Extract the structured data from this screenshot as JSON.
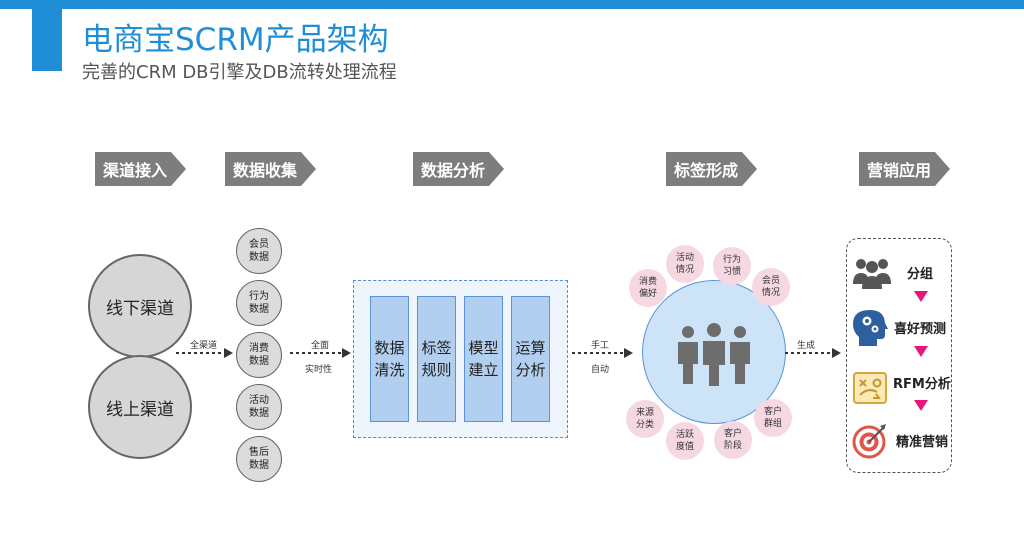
{
  "header": {
    "title": "电商宝SCRM产品架构",
    "subtitle": "完善的CRM DB引擎及DB流转处理流程"
  },
  "stages": [
    "渠道接入",
    "数据收集",
    "数据分析",
    "标签形成",
    "营销应用"
  ],
  "channels": [
    "线下渠道",
    "线上渠道"
  ],
  "data_sources": [
    "会员\n数据",
    "行为\n数据",
    "消费\n数据",
    "活动\n数据",
    "售后\n数据"
  ],
  "analysis_steps": [
    "数据\n清洗",
    "标签\n规则",
    "模型\n建立",
    "运算\n分析"
  ],
  "tags": [
    "活动\n情况",
    "行为\n习惯",
    "会员\n情况",
    "客户\n群组",
    "客户\n阶段",
    "活跃\n度值",
    "来源\n分类",
    "消费\n偏好"
  ],
  "connectors": {
    "c1": "全渠道",
    "c2_top": "全面",
    "c2_bottom": "实时性",
    "c3_top": "手工",
    "c3_bottom": "自动",
    "c4": "生成"
  },
  "marketing": [
    "分组",
    "喜好预测",
    "RFM分析",
    "精准营销"
  ],
  "colors": {
    "accent": "#1f8ed6",
    "stage": "#7d7d7d",
    "triangle": "#e8157a",
    "tag": "#f5d8e1"
  }
}
